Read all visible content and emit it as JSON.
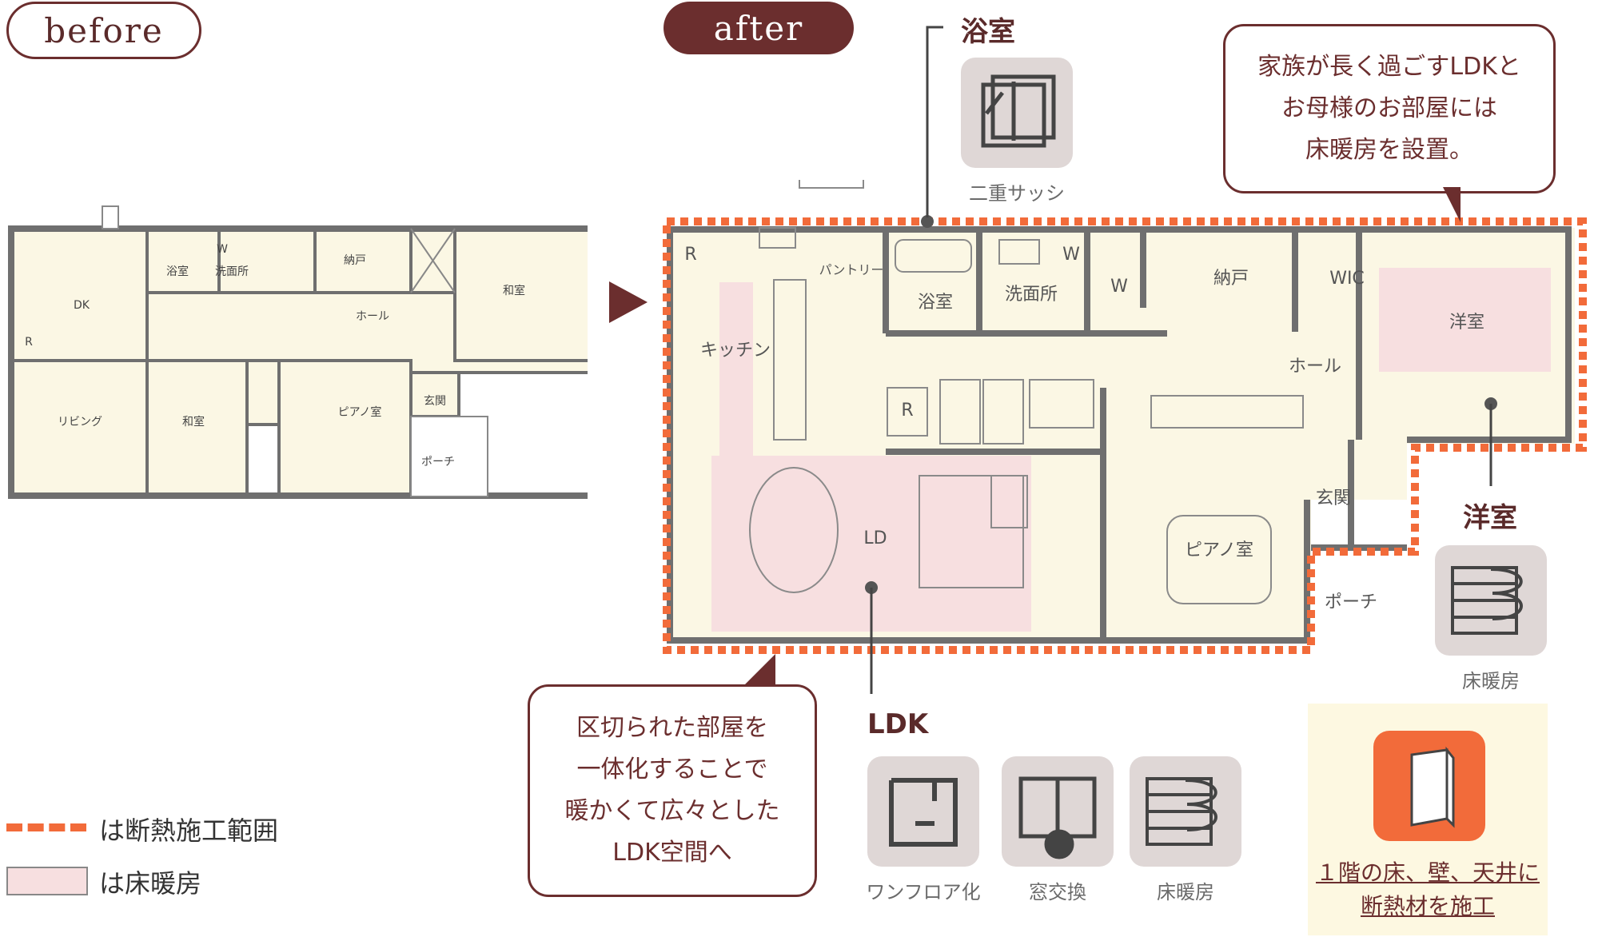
{
  "headers": {
    "before": "before",
    "after": "after"
  },
  "callouts": {
    "top_right": [
      "家族が長く過ごすLDKと",
      "お母様のお部屋には",
      "床暖房を設置。"
    ],
    "bottom_left": [
      "区切られた部屋を",
      "一体化することで",
      "暖かくて広々とした",
      "LDK空間へ"
    ]
  },
  "section_labels": {
    "bath": "浴室",
    "western": "洋室",
    "ldk": "LDK"
  },
  "icon_captions": {
    "double_sash": "二重サッシ",
    "floor_heating_western": "床暖房",
    "one_floor": "ワンフロア化",
    "window_replace": "窓交換",
    "floor_heating_ldk": "床暖房"
  },
  "insulation_note": [
    "１階の床、壁、天井に",
    "断熱材を施工"
  ],
  "legend": {
    "insulation": "は断熱施工範囲",
    "floor_heating": "は床暖房"
  },
  "before_rooms": {
    "dk": "DK",
    "bath": "浴室",
    "w": "W",
    "washroom": "洗面所",
    "storage": "納戸",
    "japanese1": "和室",
    "hall": "ホール",
    "r": "R",
    "living": "リビング",
    "japanese2": "和室",
    "piano": "ピアノ室",
    "entrance": "玄関",
    "porch": "ポーチ"
  },
  "after_rooms": {
    "r1": "R",
    "pantry": "パントリー",
    "kitchen": "キッチン",
    "bath": "浴室",
    "washroom": "洗面所",
    "w1": "W",
    "w2": "W",
    "storage": "納戸",
    "wic": "WIC",
    "western": "洋室",
    "hall": "ホール",
    "r2": "R",
    "ld": "LD",
    "entrance": "玄関",
    "piano": "ピアノ室",
    "porch": "ポーチ"
  },
  "colors": {
    "accent_dark": "#6b2e2e",
    "insulation": "#f26b3a",
    "floor_heat": "#f7dfe0",
    "plan_fill": "#fbf7e4",
    "wall": "#6f6f6f",
    "icon_bg": "#dfd7d6",
    "note_bg": "#fdf8e1"
  }
}
